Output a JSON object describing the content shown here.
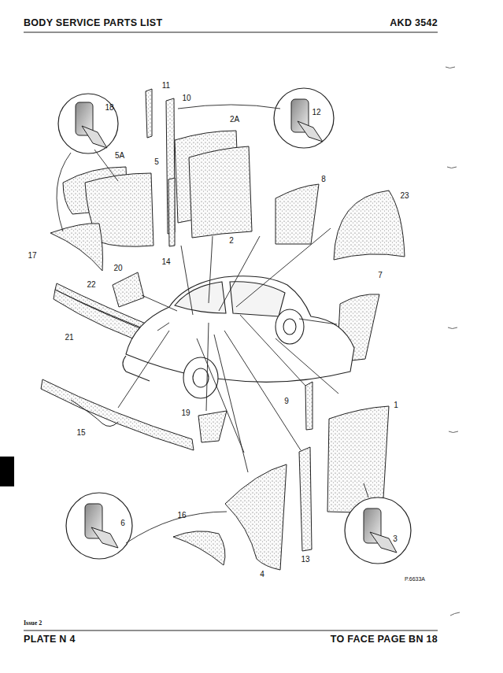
{
  "diagram": {
    "title": "BODY SERVICE PARTS LIST",
    "labels": [
      "AKD 3542",
      "1",
      "2",
      "2A",
      "3",
      "4",
      "5",
      "5A",
      "6",
      "7",
      "8",
      "9",
      "10",
      "11",
      "12",
      "13",
      "14",
      "15",
      "16",
      "17",
      "18",
      "19",
      "20",
      "21",
      "22",
      "23",
      "P.6633A",
      "Issue 2",
      "PLATE N 4",
      "TO FACE PAGE BN 18"
    ]
  }
}
